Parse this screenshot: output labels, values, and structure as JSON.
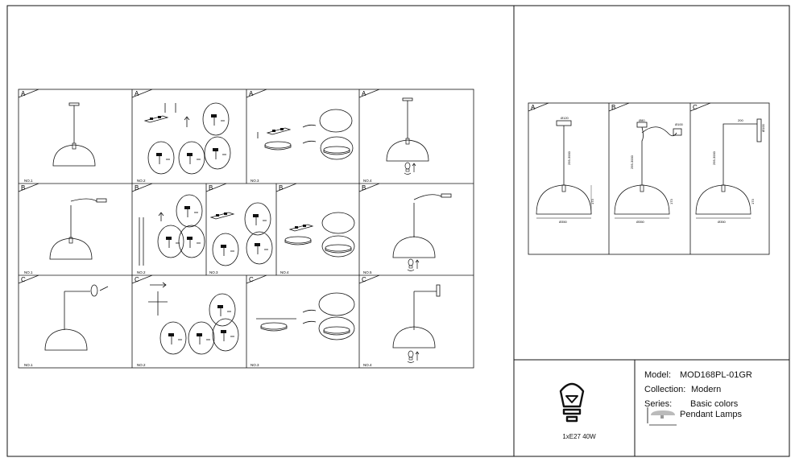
{
  "steps": {
    "row1": {
      "letters": [
        "A",
        "A",
        "A",
        "A"
      ],
      "numbers": [
        "NO.1",
        "NO.2",
        "NO.3",
        "NO.4"
      ]
    },
    "row2": {
      "letters": [
        "B",
        "B",
        "B",
        "B",
        "B"
      ],
      "numbers": [
        "NO.1",
        "NO.2",
        "NO.3",
        "NO.4",
        "NO.5"
      ]
    },
    "row3": {
      "letters": [
        "C",
        "C",
        "C",
        "C"
      ],
      "numbers": [
        "NO.1",
        "NO.2",
        "NO.3",
        "NO.4"
      ]
    }
  },
  "dimensions": {
    "A": {
      "letter": "A",
      "top": "Ø120",
      "height": "295-3000",
      "shade_h": "173",
      "width": "Ø350"
    },
    "B": {
      "letter": "B",
      "top": "Ø80",
      "top2": "Ø100",
      "height": "295-3000",
      "shade_h": "173",
      "width": "Ø350"
    },
    "C": {
      "letter": "C",
      "arm": "200",
      "plate": "Ø100",
      "height": "295-3000",
      "shade_h": "173",
      "width": "Ø350"
    }
  },
  "bulb": {
    "label": "1xE27 40W",
    "icon": "light-bulb-icon"
  },
  "info": {
    "model_label": "Model:",
    "model_value": "MOD168PL-01GR",
    "collection_label": "Collection:",
    "collection_value": "Modern",
    "series_label": "Series:",
    "series_value": "Basic colors",
    "type_value": "Pendant Lamps",
    "type_icon": "pendant-lamp-icon"
  }
}
